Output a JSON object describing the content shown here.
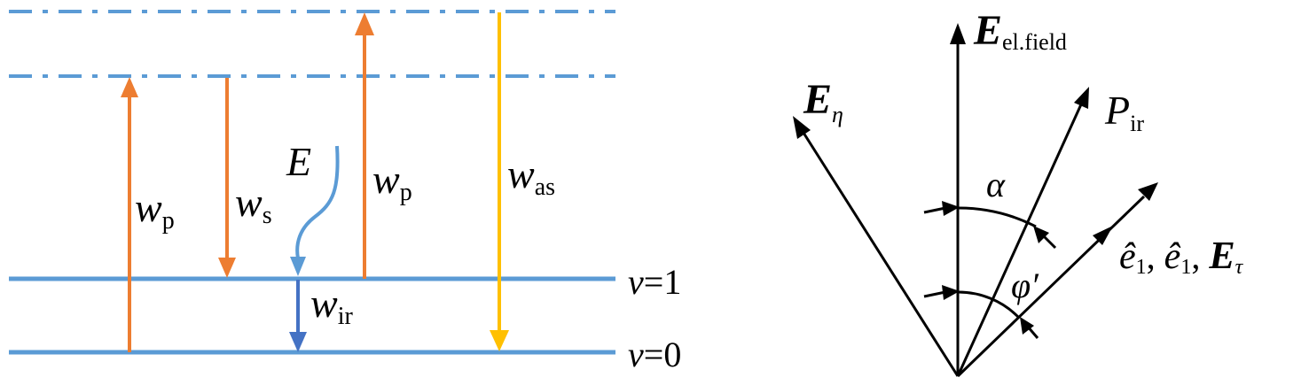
{
  "colors": {
    "level_line": "#5b9bd5",
    "orange_arrow": "#ed7d31",
    "yellow_arrow": "#ffc000",
    "dark_blue_arrow": "#4472c4",
    "light_blue_arrow": "#5b9bd5",
    "black": "#000000"
  },
  "energy_diagram": {
    "level_v1": {
      "var": "v",
      "eq": "=1"
    },
    "level_v0": {
      "var": "v",
      "eq": "=0"
    },
    "arrows": {
      "pump1": {
        "main": "w",
        "sub": "p"
      },
      "stokes": {
        "main": "w",
        "sub": "s"
      },
      "field": {
        "main": "E"
      },
      "pump2": {
        "main": "w",
        "sub": "p"
      },
      "antistokes": {
        "main": "w",
        "sub": "as"
      },
      "ir": {
        "main": "w",
        "sub": "ir"
      }
    }
  },
  "vector_diagram": {
    "e_field": {
      "main": "E",
      "sub": "el.field"
    },
    "e_eta": {
      "main": "E",
      "sub": "η"
    },
    "p_ir": {
      "main": "P",
      "sub": "ir"
    },
    "alpha": "α",
    "phi": "φ′",
    "tau_label": {
      "e1a_main": "ê",
      "e1a_sub": "1",
      "sep1": ", ",
      "e1b_main": "ê",
      "e1b_sub": "1",
      "sep2": ", ",
      "etau_main": "E",
      "etau_sub": "τ"
    }
  }
}
